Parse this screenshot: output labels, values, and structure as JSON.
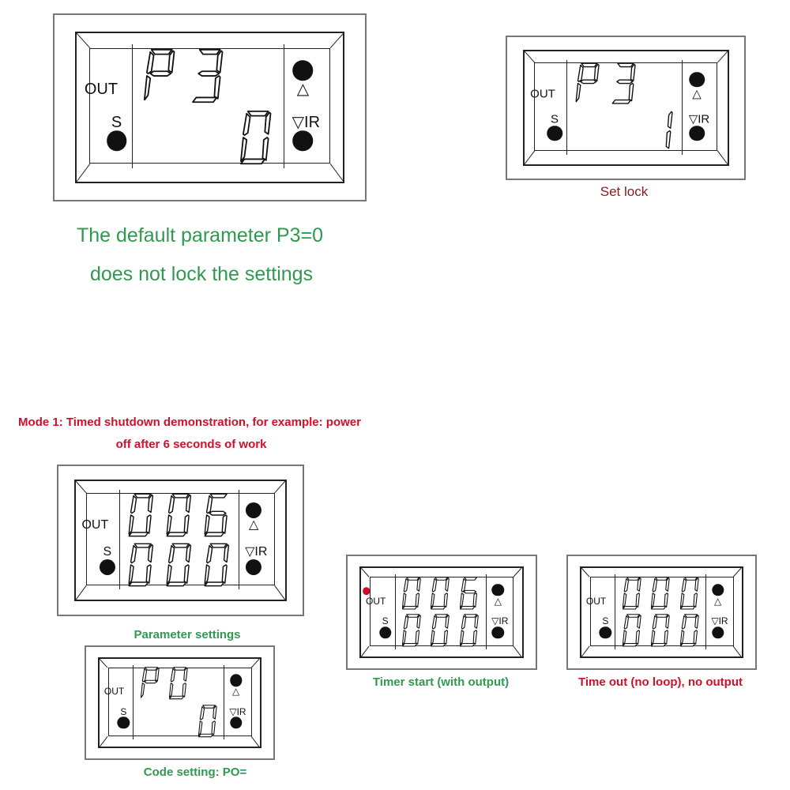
{
  "labels": {
    "out": "OUT",
    "s": "S",
    "up": "△",
    "down_ir": "▽IR"
  },
  "intro": {
    "line1": "The default parameter P3=0",
    "line2": "does not lock the settings"
  },
  "mode": {
    "line1": "Mode 1: Timed shutdown demonstration, for example: power",
    "line2": "off after 6 seconds of work"
  },
  "panels": [
    {
      "id": "p3-default",
      "top": "P3",
      "bottom": "0",
      "out_led": false,
      "label": "",
      "label_color": "#2f9a4f"
    },
    {
      "id": "set-lock",
      "top": "P3",
      "bottom": "1",
      "out_led": false,
      "label": "Set lock",
      "label_color": "#8b1a1a"
    },
    {
      "id": "parameter-settings",
      "top": "006",
      "bottom": "000",
      "out_led": false,
      "label": "Parameter settings",
      "label_color": "#2f9a4f"
    },
    {
      "id": "code-setting",
      "top": "P0",
      "bottom": "0",
      "out_led": false,
      "label": "Code setting: PO=",
      "label_color": "#2f9a4f"
    },
    {
      "id": "timer-start",
      "top": "006",
      "bottom": "000",
      "out_led": true,
      "label": "Timer start (with output)",
      "label_color": "#2f9a4f"
    },
    {
      "id": "time-out",
      "top": "000",
      "bottom": "000",
      "out_led": false,
      "label": "Time out (no loop), no output",
      "label_color": "#d0102a"
    }
  ]
}
